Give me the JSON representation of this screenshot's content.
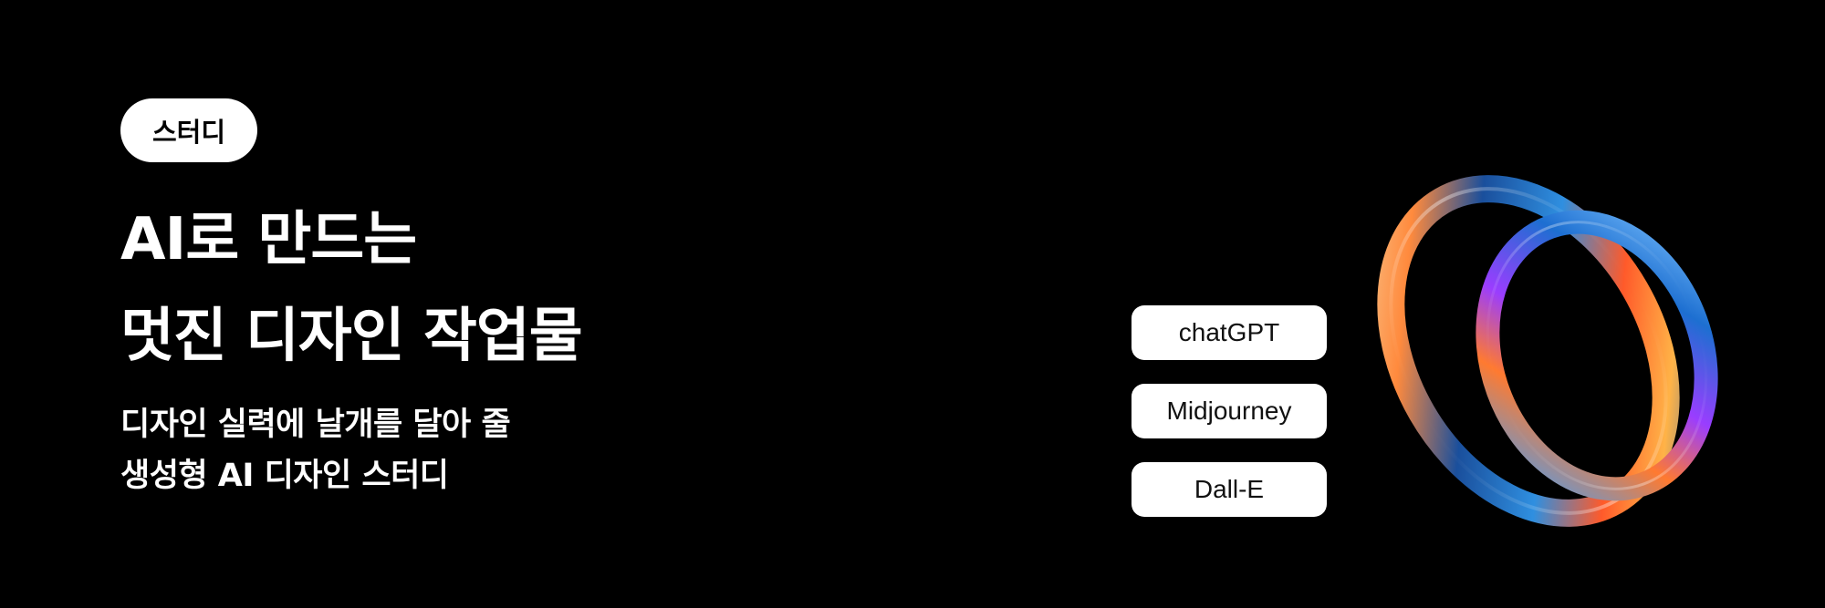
{
  "banner": {
    "badge": "스터디",
    "headline": [
      "AI로 만드는",
      "멋진 디자인 작업물"
    ],
    "subtitle": [
      "디자인 실력에 날개를 달아 줄",
      "생성형 AI 디자인 스터디"
    ],
    "tools": [
      "chatGPT",
      "Midjourney",
      "Dall-E"
    ]
  },
  "colors": {
    "background": "#000000",
    "text": "#ffffff",
    "pill": "#ffffff",
    "pill_text": "#111111"
  },
  "artwork": {
    "icon": "iridescent-rings-icon"
  }
}
